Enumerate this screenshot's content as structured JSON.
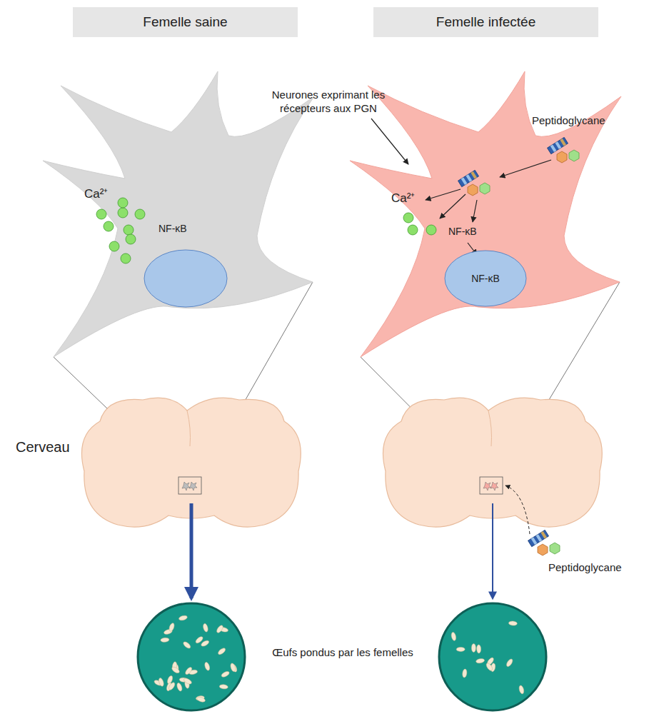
{
  "diagram": {
    "nodes": [
      {
        "text": [
          "Femelle saine"
        ]
      },
      {
        "text": [
          "Femelle infectée"
        ]
      },
      {
        "text": [
          "Ca²⁺",
          "NF-κB"
        ]
      },
      {
        "text": [
          "Ca²⁺",
          "NF-κB"
        ]
      },
      {
        "text": [
          "NF-κB"
        ],
        "in": 3
      }
    ],
    "labels": [
      "Neurones exprimant les récepteurs aux PGN",
      "Peptidoglycane",
      "Cerveau",
      "Peptidoglycane",
      "Œufs pondus par les femelles"
    ]
  }
}
